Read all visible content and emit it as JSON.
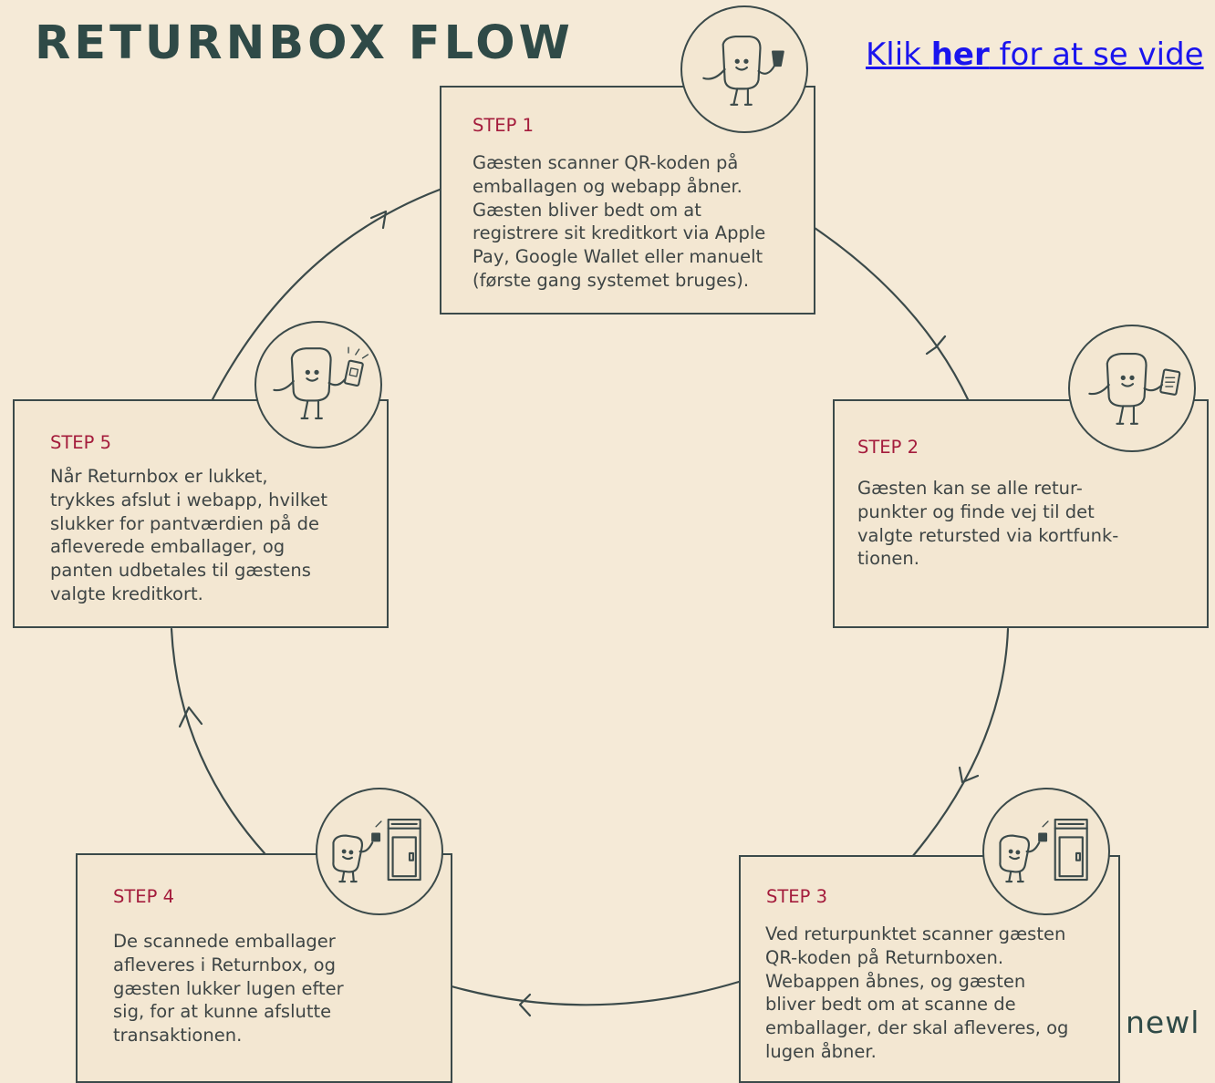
{
  "title": "RETURNBOX FLOW",
  "video_link": {
    "pre": "Klik ",
    "bold": "her",
    "post": " for at se vide"
  },
  "brand": "newl",
  "colors": {
    "background": "#f5ead7",
    "box": "#f3e7d2",
    "line": "#3b4a4a",
    "step_label": "#a41c3c",
    "title": "#2f4a47",
    "link": "#1a14ee"
  },
  "steps": [
    {
      "label": "STEP 1",
      "lines": [
        "Gæsten scanner QR-koden på",
        "emballagen og webapp åbner.",
        "Gæsten bliver bedt om at",
        "registrere sit kreditkort via Apple",
        "Pay, Google Wallet eller manuelt",
        "(første gang systemet bruges)."
      ],
      "icon": "mascot-holding-cup-icon"
    },
    {
      "label": "STEP 2",
      "lines": [
        "Gæsten kan se alle retur-",
        "punkter og finde vej til det",
        "valgte retursted via kortfunk-",
        "tionen."
      ],
      "icon": "mascot-phone-map-icon"
    },
    {
      "label": "STEP 3",
      "lines": [
        "Ved returpunktet scanner gæsten",
        "QR-koden på Returnboxen.",
        "Webappen åbnes, og gæsten",
        "bliver bedt om at scanne de",
        "emballager, der skal afleveres, og",
        "lugen åbner."
      ],
      "icon": "mascot-returnbox-icon"
    },
    {
      "label": "STEP 4",
      "lines": [
        "De scannede emballager",
        "afleveres i Returnbox, og",
        "gæsten lukker lugen efter",
        "sig, for at kunne afslutte",
        "transaktionen."
      ],
      "icon": "mascot-returnbox-icon"
    },
    {
      "label": "STEP 5",
      "lines": [
        "Når Returnbox er lukket,",
        "trykkes afslut i webapp, hvilket",
        "slukker for pantværdien på de",
        "afleverede emballager, og",
        "panten udbetales til gæstens",
        "valgte kreditkort."
      ],
      "icon": "mascot-phone-qr-icon"
    }
  ]
}
